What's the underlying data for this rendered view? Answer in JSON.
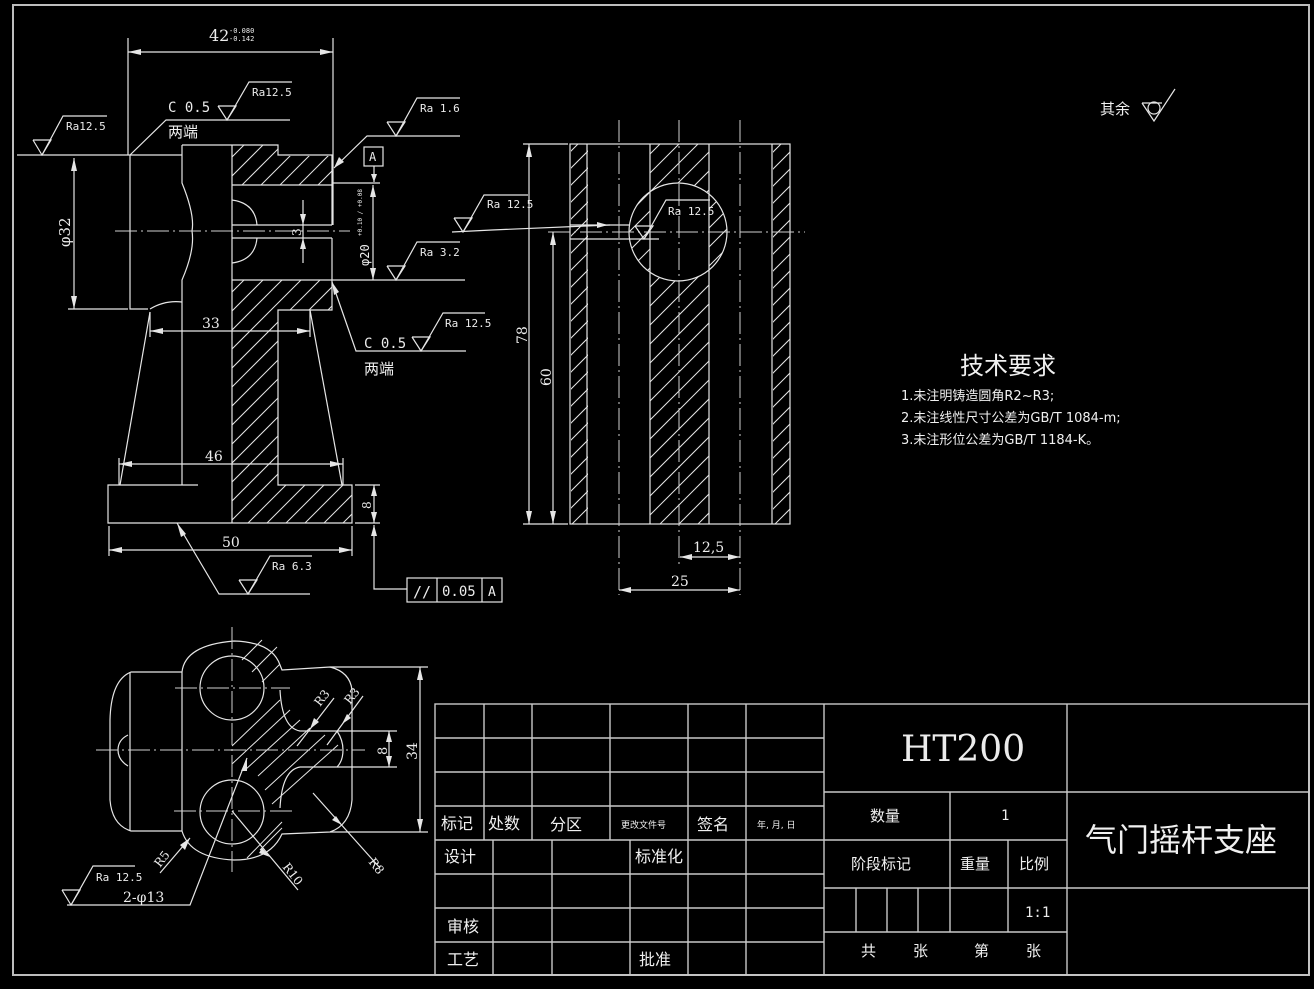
{
  "drawing": {
    "title": "气门摇杆支座",
    "material": "HT200",
    "other_surfaces_label": "其余",
    "tech_requirements": {
      "heading": "技术要求",
      "items": [
        "1.未注明铸造圆角R2~R3;",
        "2.未注线性尺寸公差为GB/T 1084-m;",
        "3.未注形位公差为GB/T 1184-K。"
      ]
    }
  },
  "front_view": {
    "dim_42": "42",
    "dim_42_upper": "-0.080",
    "dim_42_lower": "-0.142",
    "dim_phi32": "φ32",
    "dim_33": "33",
    "dim_46": "46",
    "dim_50": "50",
    "dim_8": "8",
    "dim_3": "3",
    "dim_phi20": "φ20",
    "dim_phi20_tol": "+0.10 / +0.08",
    "chamfer_top": "C 0.5",
    "chamfer_top_note": "两端",
    "chamfer_bottom": "C 0.5",
    "chamfer_bottom_note": "两端",
    "datum": "A",
    "roughness": {
      "left": "Ra12.5",
      "top": "Ra12.5",
      "bore_top": "Ra 1.6",
      "bore_bottom": "Ra 3.2",
      "right_bottom": "Ra 12.5",
      "base": "Ra 6.3"
    },
    "tolerance_frame": {
      "symbol": "//",
      "value": "0.05",
      "datum": "A"
    }
  },
  "side_view": {
    "dim_78": "78",
    "dim_60": "60",
    "dim_12_5": "12,5",
    "dim_25": "25",
    "roughness_left": "Ra 12.5",
    "roughness_hole": "Ra 12.5"
  },
  "top_view": {
    "dim_34": "34",
    "dim_8": "8",
    "r3a": "R3",
    "r3b": "R3",
    "r5": "R5",
    "r10": "R10",
    "r8": "R8",
    "holes": "2-φ13",
    "roughness": "Ra 12.5"
  },
  "title_block": {
    "rev_headers": [
      "标记",
      "处数",
      "分区",
      "更改文件号",
      "签名",
      "年, 月, 日"
    ],
    "design": "设计",
    "standardization": "标准化",
    "review": "审核",
    "process": "工艺",
    "approve": "批准",
    "quantity_label": "数量",
    "quantity_value": "1",
    "stage_label": "阶段标记",
    "weight_label": "重量",
    "scale_label": "比例",
    "scale_value": "1:1",
    "sheet_total": "共",
    "sheet_unit1": "张",
    "sheet_no": "第",
    "sheet_unit2": "张"
  }
}
